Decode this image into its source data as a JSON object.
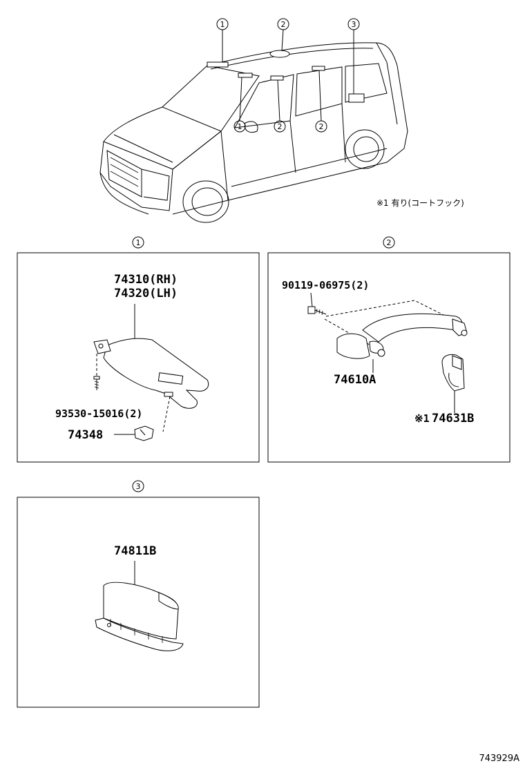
{
  "callouts": {
    "one": "1",
    "two": "2",
    "three": "3"
  },
  "note": "※1 有り(コートフック)",
  "panel1": {
    "label_rh": "74310(RH)",
    "label_lh": "74320(LH)",
    "screw": "93530-15016(2)",
    "clip": "74348"
  },
  "panel2": {
    "bolt": "90119-06975(2)",
    "grip": "74610A",
    "hook_mark": "※1",
    "hook": "74631B"
  },
  "panel3": {
    "lamp_cover": "74811B"
  },
  "footer": {
    "diagram_id": "743929A"
  }
}
